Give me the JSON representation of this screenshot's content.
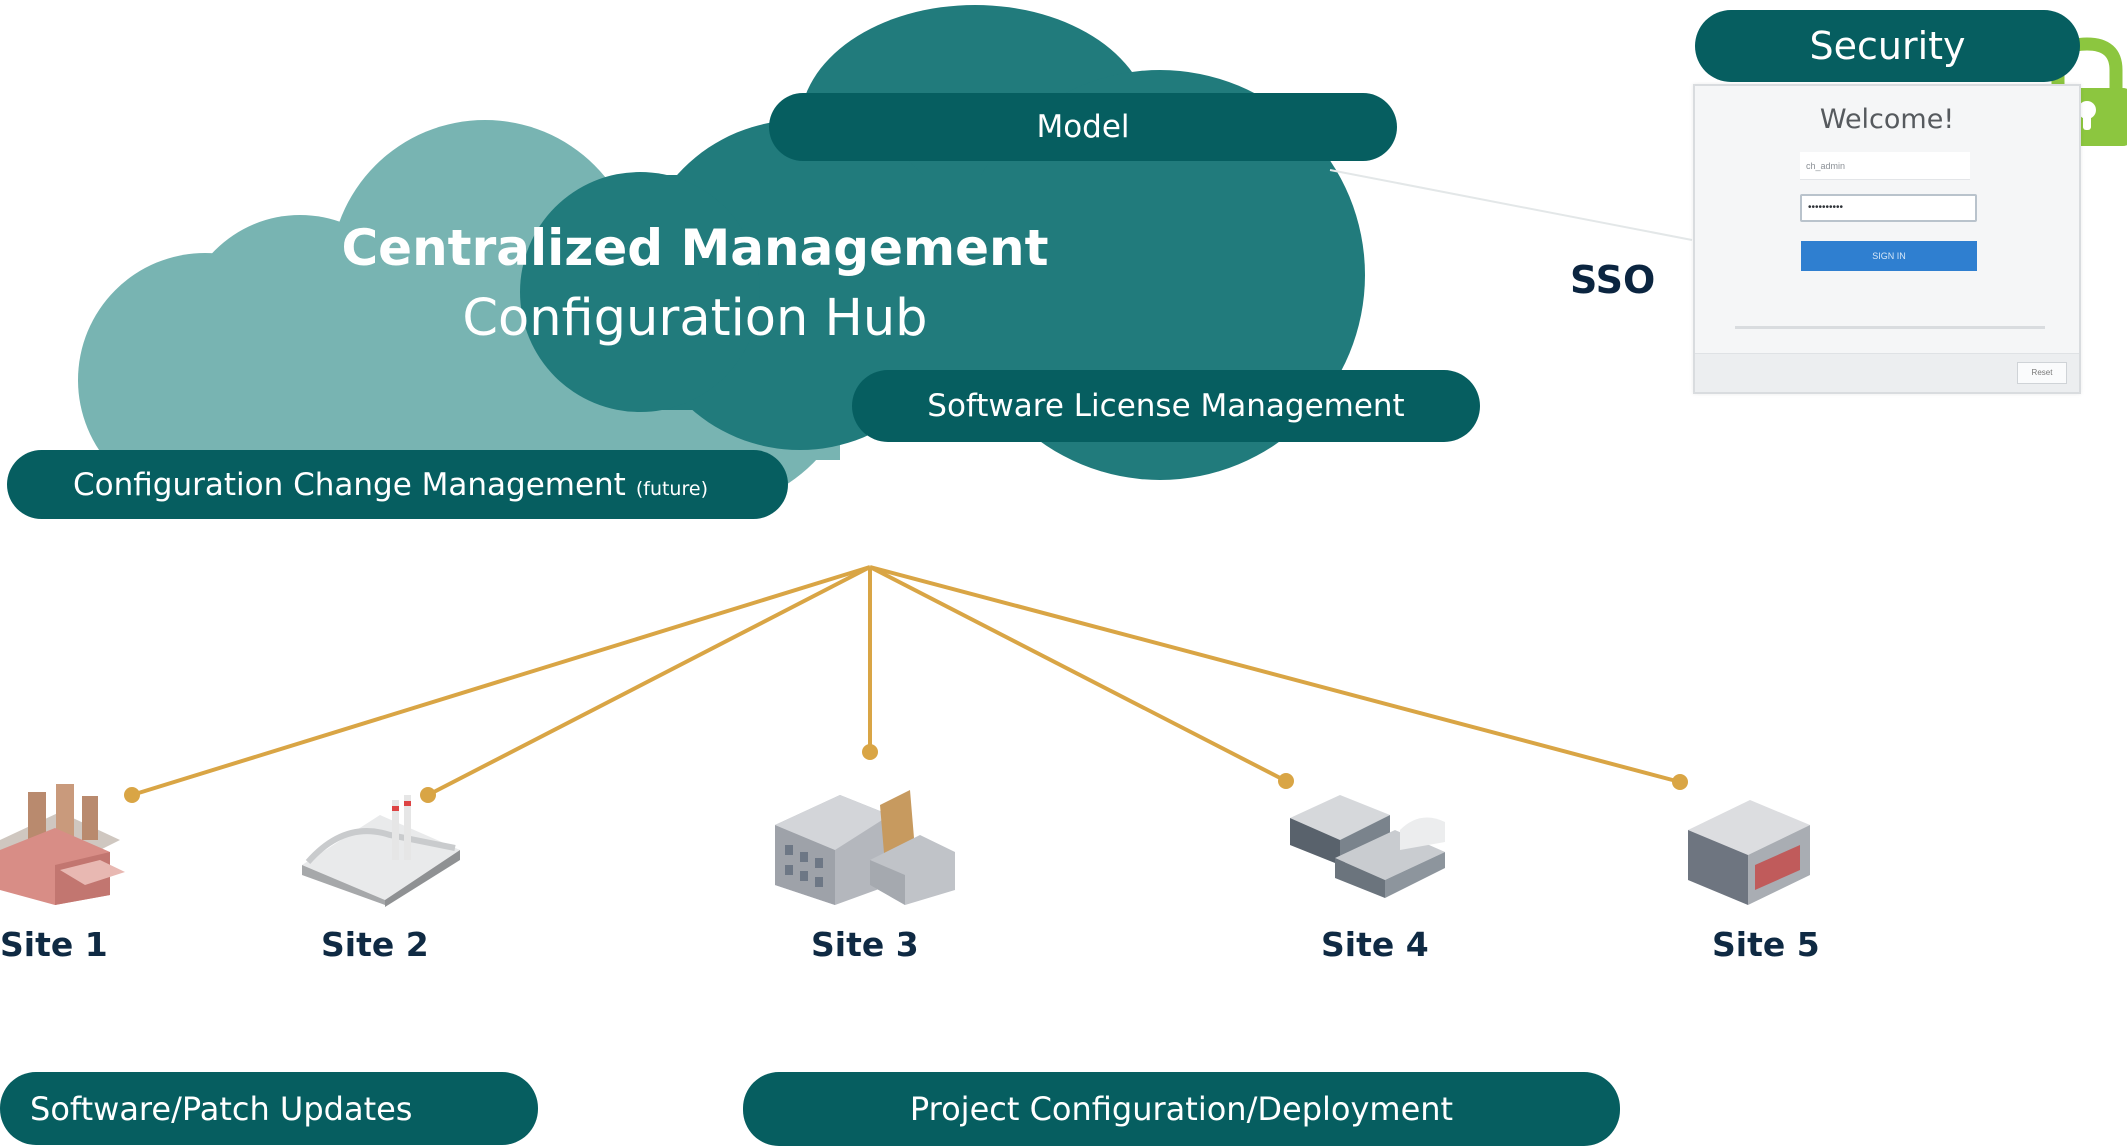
{
  "hub": {
    "title": "Centralized Management",
    "subtitle": "Configuration Hub"
  },
  "pills": {
    "model": "Model",
    "license": "Software License Management",
    "config_change": "Configuration Change Management",
    "config_change_note": "(future)",
    "security": "Security",
    "software_updates": "Software/Patch Updates",
    "project_config": "Project Configuration/Deployment"
  },
  "sso_label": "SSO",
  "login": {
    "welcome": "Welcome!",
    "username": "ch_admin",
    "password": "••••••••••",
    "button": "SIGN IN",
    "small_button": "Reset"
  },
  "sites": [
    {
      "label": "Site 1"
    },
    {
      "label": "Site 2"
    },
    {
      "label": "Site 3"
    },
    {
      "label": "Site 4"
    },
    {
      "label": "Site 5"
    }
  ],
  "colors": {
    "pill": "#065e60",
    "cloud_dark": "#217b7c",
    "cloud_light": "#78b4b2",
    "connector": "#d9a545",
    "lock": "#8cc63f"
  }
}
